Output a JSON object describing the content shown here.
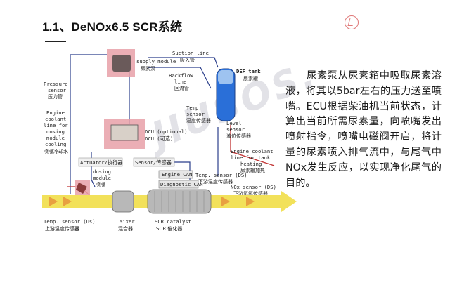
{
  "title": "1.1、DeNOx6.5  SCR系统",
  "title_rule": "——",
  "watermark": "JIUSOS.",
  "description": "尿素泵从尿素箱中吸取尿素溶液，将其以5bar左右的压力送至喷嘴。ECU根据柴油机当前状态，计算出当前所需尿素量，向喷嘴发出喷射指令，喷嘴电磁阀开启，将计量的尿素喷入排气流中，与尾气中NOx发生反应，以实现净化尾气的目的。",
  "colors": {
    "highlight": "#e8a0a8",
    "tank_blue": "#2a6fd8",
    "exhaust_yellow": "#f2e15a",
    "catalyst_gray": "#b8b8b8"
  },
  "diagram": {
    "pressure_sensor": {
      "en1": "Pressure",
      "en2": "sensor",
      "cn": "压力管"
    },
    "engine_coolant": {
      "en": [
        "Engine",
        "coolant",
        "line for",
        "dosing",
        "module",
        "cooling"
      ],
      "cn": "喷嘴冷却水"
    },
    "supply_module": {
      "en": "supply module",
      "cn": "尿素泵"
    },
    "suction_line": {
      "en": "Suction line",
      "cn": "吸入管"
    },
    "backflow_line": {
      "en": [
        "Backflow",
        "line"
      ],
      "cn": "回流管"
    },
    "def_tank": {
      "en": "DEF tank",
      "cn": "尿素罐"
    },
    "temp_sensor_tank": {
      "en": [
        "Temp.",
        "sensor"
      ],
      "cn": "温度传感器"
    },
    "level_sensor": {
      "en": [
        "Level",
        "sensor"
      ],
      "cn": "液位传感器"
    },
    "dcu": {
      "en": "DCU (optional)",
      "en2": "DCU (可选)"
    },
    "coolant_tank": {
      "en": [
        "Engine coolant",
        "line for tank",
        "heating"
      ],
      "cn": "尿素罐加热"
    },
    "actuator": {
      "en": "Actuator/执行器"
    },
    "sensor": {
      "en": "Sensor/传感器"
    },
    "engine_can": "Engine CAN",
    "diagnostic_can": "Diagnostic CAN",
    "temp_sensor_ds": {
      "en": "Temp. sensor (DS)",
      "cn": "下游温度传感器"
    },
    "nox_sensor": {
      "en": "NOx sensor (DS)",
      "cn": "下游氮氧传感器"
    },
    "dosing_module": {
      "en": [
        "dosing",
        "module"
      ],
      "cn": "喷嘴"
    },
    "temp_sensor_us": {
      "en": "Temp. sensor (Us)",
      "cn": "上游温度传感器"
    },
    "mixer": {
      "en": "Mixer",
      "cn": "混合器"
    },
    "scr_catalyst": {
      "en": "SCR catalyst",
      "cn": "SCR 催化器"
    }
  }
}
